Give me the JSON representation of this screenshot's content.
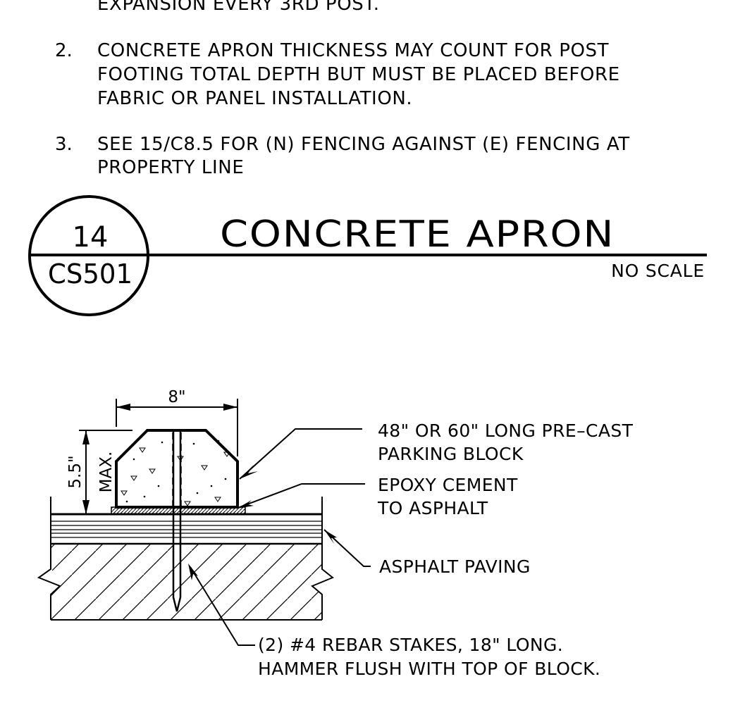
{
  "notes": [
    {
      "number": "",
      "lines": [
        "EXPANSION EVERY 3RD POST."
      ]
    },
    {
      "number": "2.",
      "lines": [
        "CONCRETE APRON THICKNESS MAY COUNT FOR POST",
        "FOOTING TOTAL DEPTH BUT MUST BE PLACED BEFORE",
        "FABRIC OR PANEL INSTALLATION."
      ]
    },
    {
      "number": "3.",
      "lines": [
        "SEE 15/C8.5 FOR (N) FENCING AGAINST (E) FENCING AT",
        "PROPERTY LINE"
      ]
    }
  ],
  "detail": {
    "number": "14",
    "sheet": "CS501",
    "title": "CONCRETE APRON",
    "scale": "NO SCALE"
  },
  "dimensions": {
    "width": "8\"",
    "height": "5.5\"",
    "height_qualifier": "MAX."
  },
  "callouts": {
    "parking_block": [
      "48\" OR 60\" LONG PRE–CAST",
      "PARKING BLOCK"
    ],
    "epoxy": [
      "EPOXY CEMENT",
      "TO ASPHALT"
    ],
    "asphalt": [
      "ASPHALT PAVING"
    ],
    "rebar": [
      "(2) #4 REBAR STAKES, 18\" LONG.",
      "HAMMER FLUSH WITH TOP OF BLOCK."
    ]
  }
}
